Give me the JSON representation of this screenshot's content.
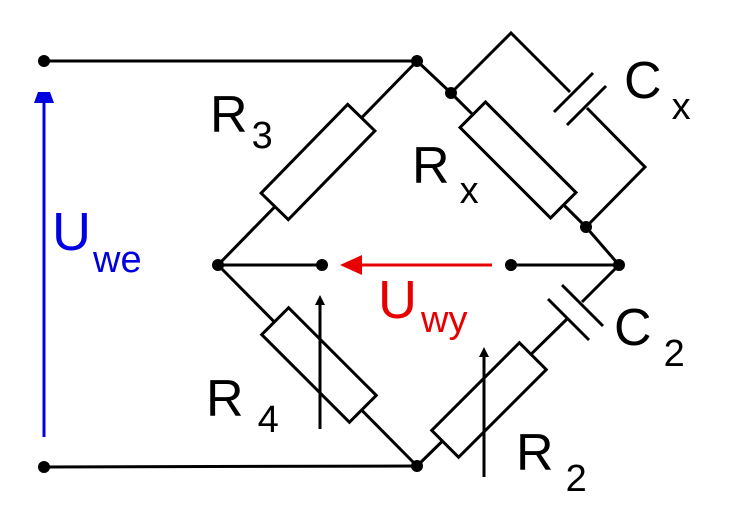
{
  "diagram": {
    "title": "AC bridge circuit (Wien/Schering-type) with capacitive measurement",
    "colors": {
      "wire": "#000000",
      "input_voltage": "#0000e0",
      "output_voltage": "#e80000",
      "background": "#ffffff"
    },
    "labels": {
      "R3": {
        "main": "R",
        "sub": "3"
      },
      "Rx": {
        "main": "R",
        "sub": "x"
      },
      "Cx": {
        "main": "C",
        "sub": "x"
      },
      "R4": {
        "main": "R",
        "sub": "4"
      },
      "C2": {
        "main": "C",
        "sub": "2"
      },
      "R2": {
        "main": "R",
        "sub": "2"
      },
      "Uwe": {
        "main": "U",
        "sub": "we"
      },
      "Uwy": {
        "main": "U",
        "sub": "wy"
      }
    },
    "components": [
      {
        "id": "R3",
        "type": "resistor",
        "branch": "top-left"
      },
      {
        "id": "Rx",
        "type": "resistor",
        "branch": "top-right",
        "parallel_with": "Cx"
      },
      {
        "id": "Cx",
        "type": "capacitor",
        "branch": "top-right",
        "parallel_with": "Rx"
      },
      {
        "id": "R4",
        "type": "variable-resistor",
        "branch": "bottom-left"
      },
      {
        "id": "C2",
        "type": "capacitor",
        "branch": "bottom-right",
        "series_with": "R2"
      },
      {
        "id": "R2",
        "type": "variable-resistor",
        "branch": "bottom-right",
        "series_with": "C2"
      }
    ],
    "voltages": [
      {
        "id": "Uwe",
        "meaning": "input voltage",
        "direction": "up"
      },
      {
        "id": "Uwy",
        "meaning": "output voltage",
        "direction": "left"
      }
    ]
  }
}
